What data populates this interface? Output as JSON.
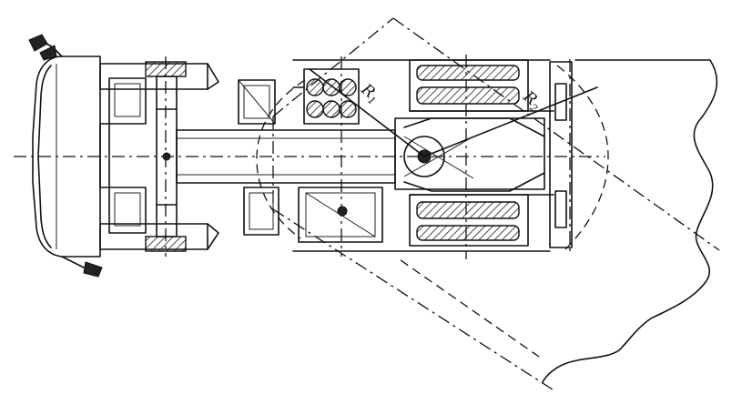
{
  "labels": {
    "r1_letter": "R",
    "r1_index": "1",
    "r2_letter": "R",
    "r2_index": "2"
  }
}
